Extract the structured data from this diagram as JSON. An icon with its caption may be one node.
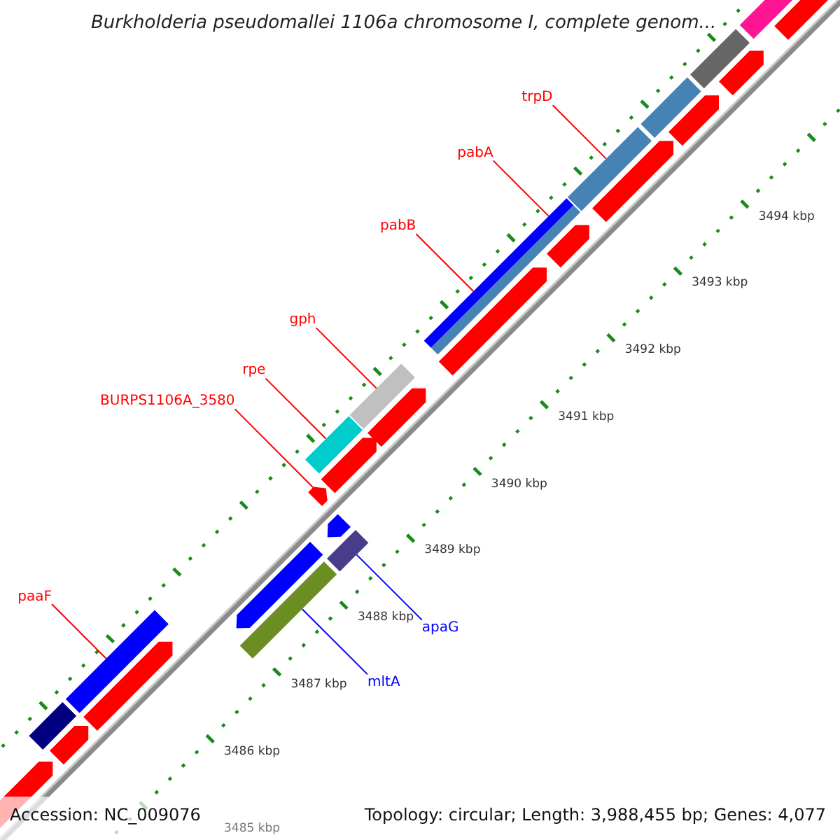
{
  "diagram": {
    "title": "Burkholderia pseudomallei 1106a chromosome I, complete genom...",
    "nodes": [
      {
        "text": [
          "trpD"
        ]
      },
      {
        "text": [
          "pabA"
        ]
      },
      {
        "text": [
          "pabB"
        ]
      },
      {
        "text": [
          "gph"
        ]
      },
      {
        "text": [
          "rpe"
        ]
      },
      {
        "text": [
          "BURPS1106A_3580"
        ]
      },
      {
        "text": [
          "paaF"
        ]
      },
      {
        "text": [
          "apaG"
        ]
      },
      {
        "text": [
          "mltA"
        ]
      },
      {
        "text": [],
        "shape": "bar"
      },
      {
        "text": [],
        "shape": "bar"
      },
      {
        "text": [],
        "shape": "bar"
      },
      {
        "text": [],
        "shape": "bar"
      },
      {
        "text": [],
        "shape": "bar"
      },
      {
        "text": [],
        "shape": "arrow"
      },
      {
        "text": [],
        "shape": "bar"
      },
      {
        "text": [],
        "shape": "bar"
      },
      {
        "text": [],
        "shape": "bar"
      },
      {
        "text": [],
        "shape": "arrow"
      },
      {
        "text": [],
        "shape": "arrow"
      },
      {
        "text": [],
        "shape": "arrow"
      },
      {
        "text": [],
        "shape": "arrow"
      },
      {
        "text": [],
        "shape": "arrow"
      },
      {
        "text": [],
        "shape": "arrow"
      },
      {
        "text": [],
        "shape": "arrow"
      },
      {
        "text": [],
        "shape": "arrow"
      },
      {
        "text": [],
        "shape": "arrow"
      },
      {
        "text": [],
        "shape": "arrow"
      },
      {
        "text": [],
        "shape": "arrow"
      },
      {
        "text": [],
        "shape": "bar"
      },
      {
        "text": [],
        "shape": "bar"
      },
      {
        "text": [],
        "shape": "bar"
      },
      {
        "text": [],
        "shape": "bar"
      },
      {
        "text": [],
        "shape": "arrow"
      },
      {
        "text": [],
        "shape": "arrow"
      }
    ],
    "edges": [
      {
        "from": 0,
        "to": 9,
        "arrow": "none"
      },
      {
        "from": 1,
        "to": 10,
        "arrow": "none"
      },
      {
        "from": 2,
        "to": 11,
        "arrow": "none"
      },
      {
        "from": 3,
        "to": 12,
        "arrow": "none"
      },
      {
        "from": 4,
        "to": 13,
        "arrow": "none"
      },
      {
        "from": 5,
        "to": 14,
        "arrow": "none"
      },
      {
        "from": 6,
        "to": 17,
        "arrow": "none"
      },
      {
        "from": 7,
        "to": 15,
        "arrow": "none",
        "color": "#0000ff"
      },
      {
        "from": 8,
        "to": 16,
        "arrow": "none",
        "color": "#0000ff"
      }
    ],
    "labels": [
      "3494 kbp",
      "3493 kbp",
      "3492 kbp",
      "3491 kbp",
      "3490 kbp",
      "3489 kbp",
      "3488 kbp",
      "3487 kbp",
      "3486 kbp",
      "3485 kbp",
      "Accession: NC_009076",
      "Topology: circular; Length: 3,988,455 bp; Genes: 4,077"
    ]
  }
}
